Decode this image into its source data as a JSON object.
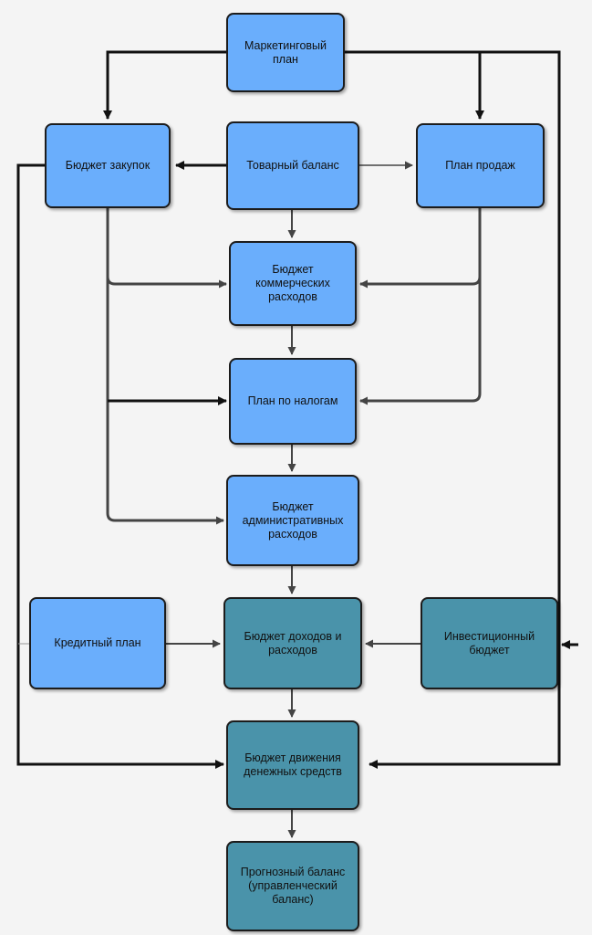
{
  "colors": {
    "blue_node": "#6aaefc",
    "teal_node": "#4a93aa",
    "border": "#1c1c1c",
    "thick_edge": "#111111",
    "thin_edge": "#444444"
  },
  "nodes": {
    "marketing_plan": "Маркетинговый\nплан",
    "purchase_budget": "Бюджет закупок",
    "goods_balance": "Товарный баланс",
    "sales_plan": "План продаж",
    "commercial_expenses": "Бюджет\nкоммерческих\nрасходов",
    "tax_plan": "План по налогам",
    "admin_expenses": "Бюджет\nадминистративных\nрасходов",
    "credit_plan": "Кредитный план",
    "income_expense_budget": "Бюджет доходов и\nрасходов",
    "investment_budget": "Инвестиционный\nбюджет",
    "cash_flow_budget": "Бюджет движения\nденежных средств",
    "forecast_balance": "Прогнозный баланс\n(управленческий\nбаланс)"
  }
}
